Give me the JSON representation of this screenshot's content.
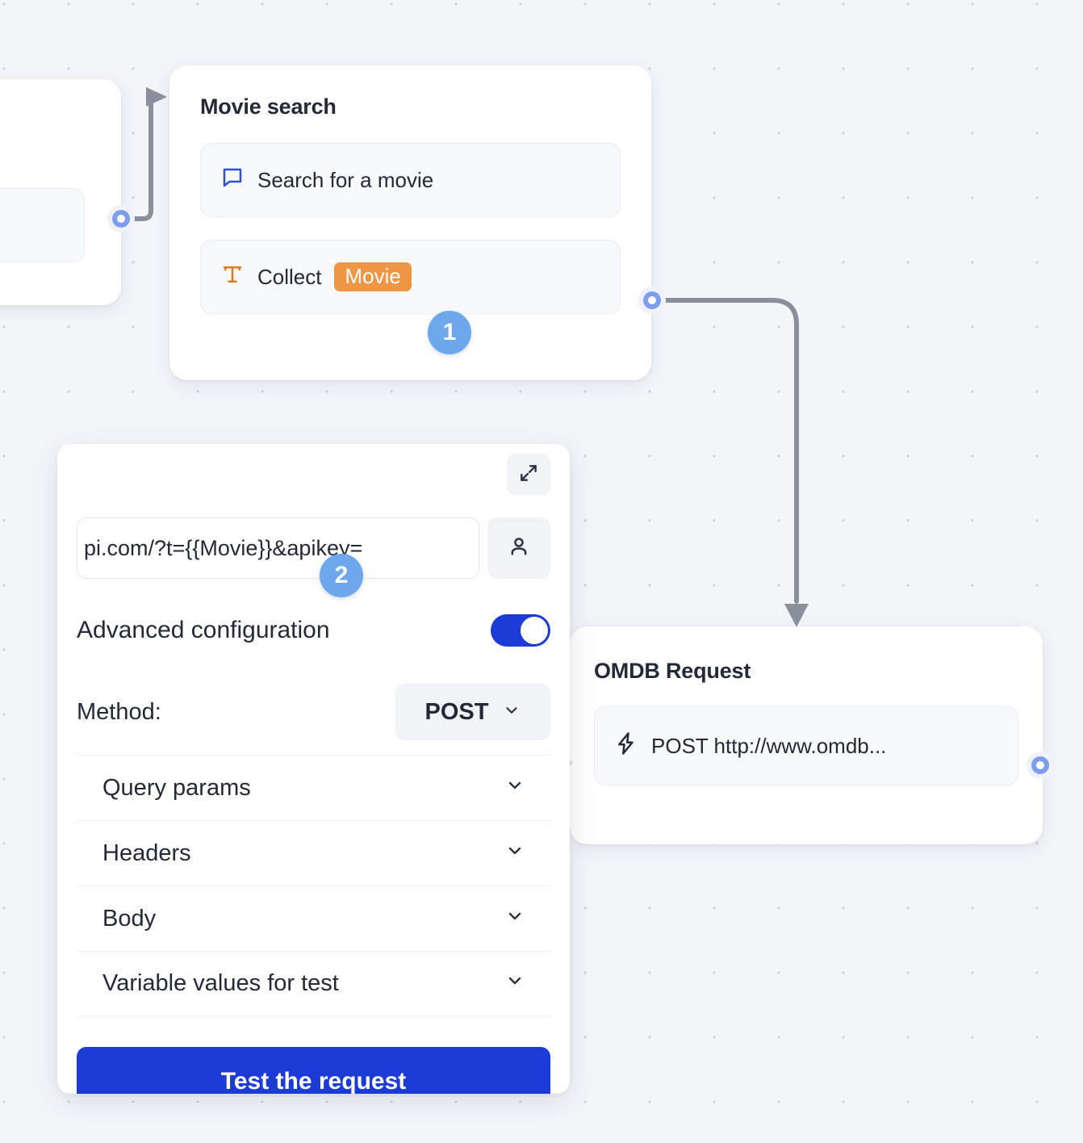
{
  "canvas": {
    "background_color": "#f4f5f9",
    "dot_color": "#c9d0de"
  },
  "nodes": {
    "previous": {
      "name": "previous-node-partial"
    },
    "movie_search": {
      "title": "Movie search",
      "steps": [
        {
          "icon": "speech-bubble-icon",
          "icon_color": "#2f4fd8",
          "label": "Search for a movie"
        },
        {
          "icon": "text-field-icon",
          "icon_color": "#e07b22",
          "label": "Collect",
          "chip": "Movie",
          "chip_color": "#ef9644"
        }
      ]
    },
    "omdb_request": {
      "title": "OMDB Request",
      "steps": [
        {
          "icon": "lightning-bolt-icon",
          "label": "POST http://www.omdb..."
        }
      ]
    }
  },
  "panel": {
    "expand_icon": "expand-diagonal-icon",
    "url_value": "pi.com/?t={{Movie}}&apikey=",
    "user_icon": "person-icon",
    "advanced_label": "Advanced configuration",
    "advanced_enabled": true,
    "toggle_color": "#1c3bd4",
    "method_label": "Method:",
    "method_value": "POST",
    "accordions": [
      {
        "label": "Query params",
        "icon": "chevron-down-icon"
      },
      {
        "label": "Headers",
        "icon": "chevron-down-icon"
      },
      {
        "label": "Body",
        "icon": "chevron-down-icon"
      },
      {
        "label": "Variable values for test",
        "icon": "chevron-down-icon"
      }
    ],
    "test_button_label": "Test the request"
  },
  "step_badges": [
    {
      "number": "1",
      "color": "#6ea8ec"
    },
    {
      "number": "2",
      "color": "#6ea8ec"
    }
  ],
  "edges": {
    "line_color": "#8a8f9c",
    "handle_ring_color": "#7d9ef0"
  }
}
